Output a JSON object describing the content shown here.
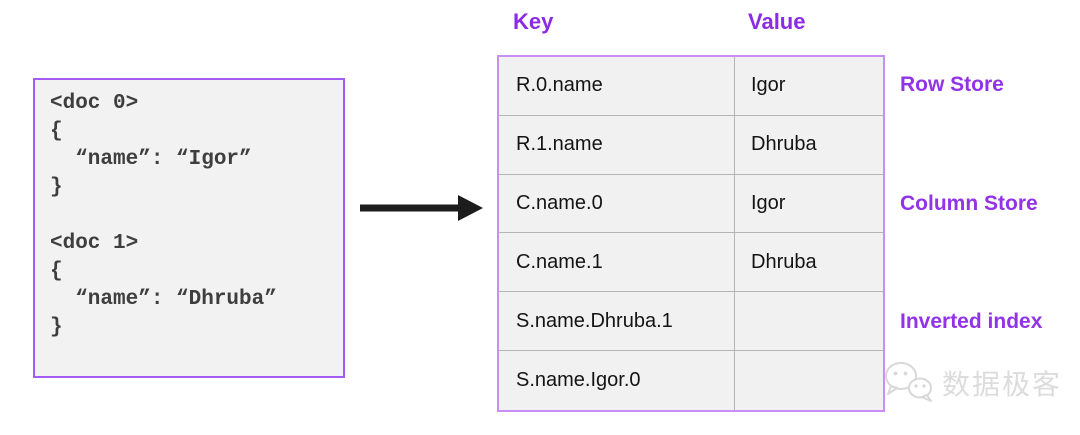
{
  "documents_panel": {
    "lines": [
      "<doc 0>",
      "{",
      "  “name”: “Igor”",
      "}",
      "",
      "<doc 1>",
      "{",
      "  “name”: “Dhruba”",
      "}"
    ]
  },
  "table": {
    "header": {
      "key": "Key",
      "value": "Value"
    },
    "rows": [
      {
        "key": "R.0.name",
        "value": "Igor"
      },
      {
        "key": "R.1.name",
        "value": "Dhruba"
      },
      {
        "key": "C.name.0",
        "value": "Igor"
      },
      {
        "key": "C.name.1",
        "value": "Dhruba"
      },
      {
        "key": "S.name.Dhruba.1",
        "value": ""
      },
      {
        "key": "S.name.Igor.0",
        "value": ""
      }
    ]
  },
  "store_labels": {
    "row_store": "Row Store",
    "column_store": "Column Store",
    "inverted_index": "Inverted index"
  },
  "watermark": {
    "text": "数据极客",
    "icon": "wechat-icon"
  },
  "colors": {
    "accent_purple": "#8C2BE6",
    "label_purple": "#9233E8",
    "code_box_border": "#A55BF2",
    "table_border": "#C98FF5",
    "panel_background": "#F2F2F3",
    "grid_line": "#B5B5B5",
    "code_text": "#3E3E3E",
    "arrow_black": "#1C1C1C",
    "watermark_gray": "#DCDCDC"
  }
}
